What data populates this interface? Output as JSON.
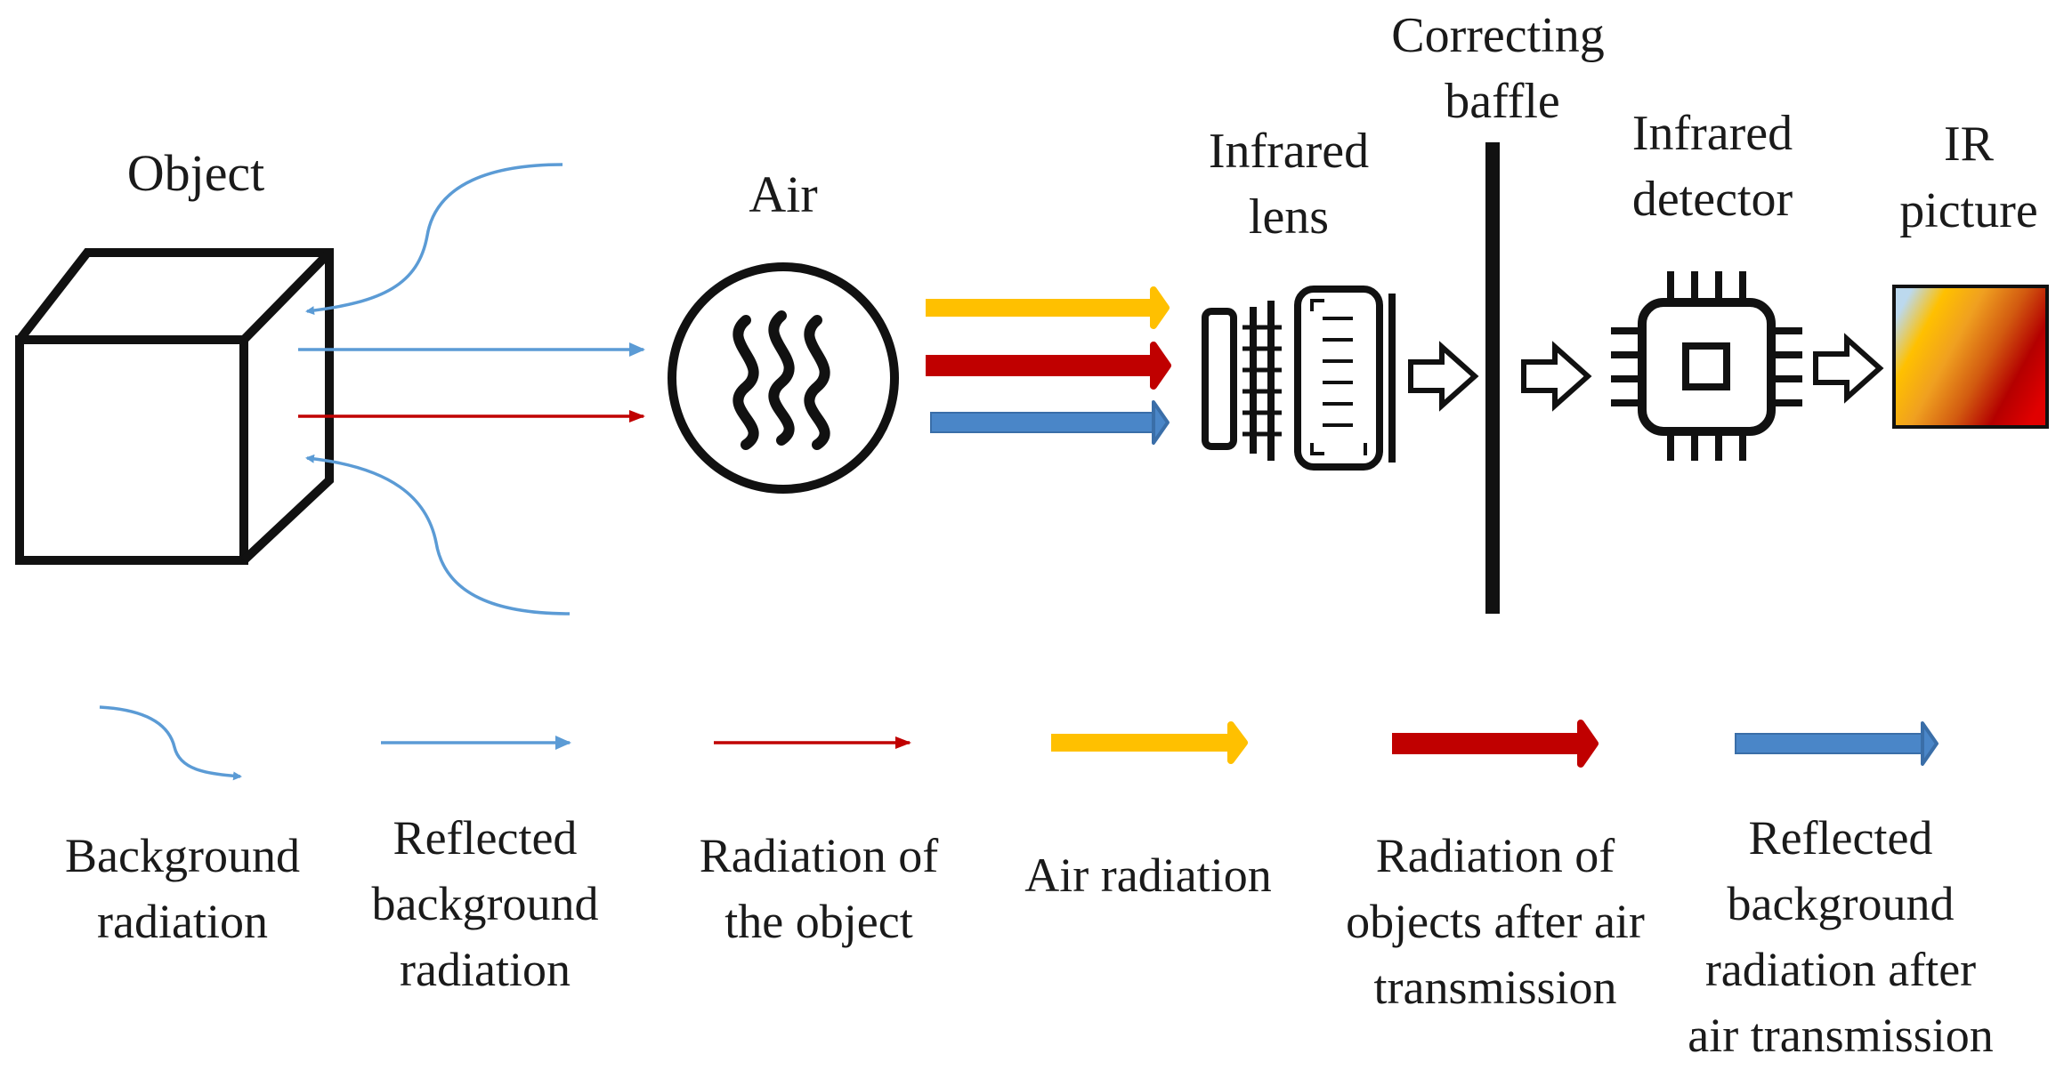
{
  "components": {
    "object": "Object",
    "air": "Air",
    "infrared_lens_line1": "Infrared",
    "infrared_lens_line2": "lens",
    "correcting_baffle_line1": "Correcting",
    "correcting_baffle_line2": "baffle",
    "infrared_detector_line1": "Infrared",
    "infrared_detector_line2": "detector",
    "ir_picture_line1": "IR",
    "ir_picture_line2": "picture"
  },
  "legend": {
    "background_radiation": [
      "Background",
      "radiation"
    ],
    "reflected_background_radiation": [
      "Reflected",
      "background",
      "radiation"
    ],
    "radiation_of_the_object": [
      "Radiation of",
      "the object"
    ],
    "air_radiation": [
      "Air radiation"
    ],
    "radiation_after_air": [
      "Radiation of",
      "objects after air",
      "transmission"
    ],
    "reflected_after_air": [
      "Reflected",
      "background",
      "radiation after",
      "air transmission"
    ]
  },
  "colors": {
    "background_radiation": "#5b9bd5",
    "object_radiation": "#c00000",
    "air_radiation": "#ffc000",
    "attenuated_blue": "#4a86c8",
    "outline": "#111111"
  },
  "icons": {
    "object": "cube-icon",
    "air": "heat-waves-icon",
    "lens": "lens-icon",
    "detector": "chip-icon",
    "picture": "thermal-gradient-swatch"
  }
}
